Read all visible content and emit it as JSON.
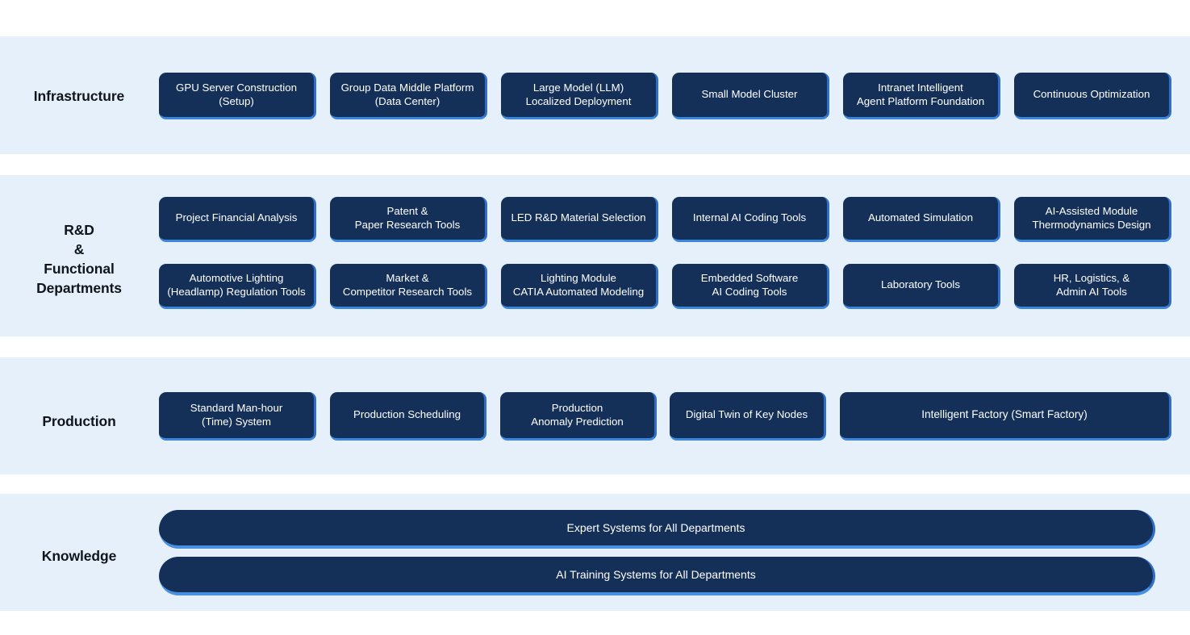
{
  "theme": {
    "page_background": "#ffffff",
    "band_background": "#e6f0fb",
    "node_fill": "#143059",
    "node_edge_right": "#2f6fc4",
    "node_edge_bottom": "#3c86dd",
    "node_text": "#ffffff",
    "label_text": "#10151c"
  },
  "rows": [
    {
      "id": "infrastructure",
      "label": "Infrastructure",
      "nodes": [
        {
          "label": "GPU Server Construction\n(Setup)"
        },
        {
          "label": "Group Data Middle Platform\n(Data Center)"
        },
        {
          "label": "Large Model (LLM)\nLocalized Deployment"
        },
        {
          "label": "Small Model Cluster"
        },
        {
          "label": "Intranet Intelligent\nAgent Platform Foundation"
        },
        {
          "label": "Continuous Optimization"
        }
      ]
    },
    {
      "id": "rd-functional-departments",
      "label": "R&D\n&\nFunctional\nDepartments",
      "nodes_row1": [
        {
          "label": "Project Financial Analysis"
        },
        {
          "label": "Patent &\nPaper Research Tools"
        },
        {
          "label": "LED R&D Material Selection"
        },
        {
          "label": "Internal AI Coding Tools"
        },
        {
          "label": "Automated Simulation"
        },
        {
          "label": "AI-Assisted Module\nThermodynamics Design"
        }
      ],
      "nodes_row2": [
        {
          "label": "Automotive Lighting\n(Headlamp) Regulation Tools"
        },
        {
          "label": "Market &\nCompetitor Research Tools"
        },
        {
          "label": "Lighting Module\nCATIA Automated Modeling"
        },
        {
          "label": "Embedded Software\nAI Coding Tools"
        },
        {
          "label": "Laboratory Tools"
        },
        {
          "label": "HR, Logistics, &\nAdmin AI Tools"
        }
      ]
    },
    {
      "id": "production",
      "label": "Production",
      "nodes": [
        {
          "label": "Standard Man-hour\n(Time) System"
        },
        {
          "label": "Production Scheduling"
        },
        {
          "label": "Production\nAnomaly Prediction"
        },
        {
          "label": "Digital Twin of Key Nodes"
        },
        {
          "label": "Intelligent Factory (Smart Factory)"
        }
      ]
    },
    {
      "id": "knowledge",
      "label": "Knowledge",
      "nodes": [
        {
          "label": "Expert Systems for All Departments"
        },
        {
          "label": "AI Training Systems for All Departments"
        }
      ]
    }
  ]
}
